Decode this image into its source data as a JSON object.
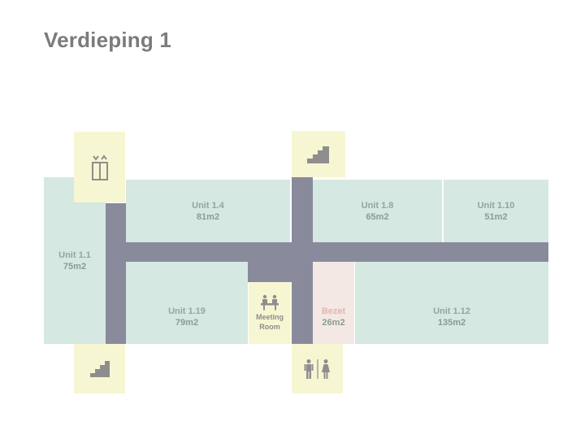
{
  "header": {
    "title": "Verdieping 1"
  },
  "units": {
    "u1_1": {
      "name": "Unit 1.1",
      "area": "75m2"
    },
    "u1_4": {
      "name": "Unit 1.4",
      "area": "81m2"
    },
    "u1_8": {
      "name": "Unit 1.8",
      "area": "65m2"
    },
    "u1_10": {
      "name": "Unit 1.10",
      "area": "51m2"
    },
    "u1_19": {
      "name": "Unit 1.19",
      "area": "79m2"
    },
    "u1_12": {
      "name": "Unit 1.12",
      "area": "135m2"
    },
    "bezet": {
      "status": "Bezet",
      "area": "26m2"
    }
  },
  "meeting_room": {
    "line1": "Meeting",
    "line2": "Room"
  },
  "icons": {
    "elevator": "elevator-icon",
    "stairs": "stairs-icon",
    "meeting": "meeting-room-icon",
    "restroom": "restroom-icon"
  },
  "colors": {
    "unit_available": "#d5e8e1",
    "unit_occupied": "#f3e8e3",
    "occupied_text": "#eab1ae",
    "corridor": "#898a9c",
    "core": "#f7f6d2",
    "icon": "#8e8e8e"
  }
}
